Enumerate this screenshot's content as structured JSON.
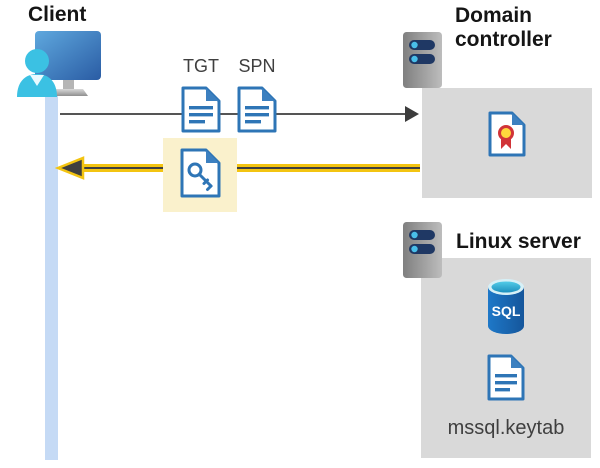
{
  "client": {
    "label": "Client"
  },
  "flow": {
    "tgt_label": "TGT",
    "spn_label": "SPN"
  },
  "domain_controller": {
    "label": "Domain controller"
  },
  "linux_server": {
    "label": "Linux server",
    "sql_badge": "SQL",
    "keytab_label": "mssql.keytab"
  },
  "icons": {
    "client": "monitor-user-icon",
    "tgt": "document-icon",
    "spn": "document-icon",
    "key": "key-document-icon",
    "certificate": "certificate-document-icon",
    "server": "server-icon",
    "sql": "sql-database-icon",
    "keytab": "document-icon"
  },
  "colors": {
    "arrow_yellow": "#f3c411",
    "arrow_dark": "#3f3f3f",
    "highlight_yellow": "#faf1cc",
    "panel_gray": "#d9d9d9",
    "document_blue": "#2e75b6",
    "lifeline_blue": "#c5daf5",
    "sql_blue": "#1766b1",
    "person_cyan": "#3bc1e3"
  }
}
